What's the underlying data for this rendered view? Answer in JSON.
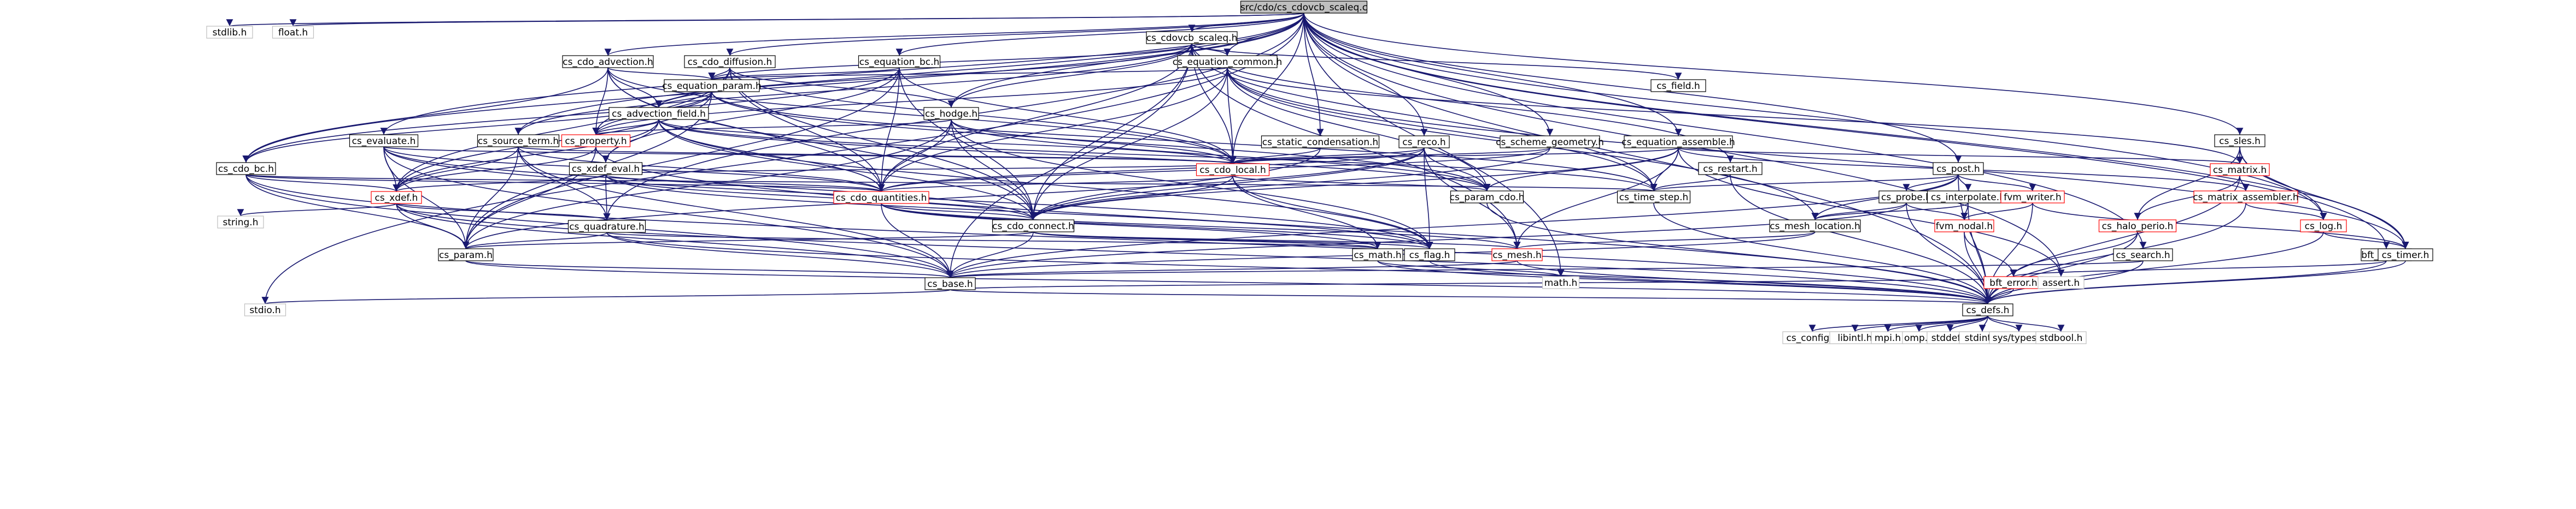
{
  "diagram_type": "include-dependency-graph",
  "colors": {
    "edge": "#191970",
    "text": "#000000",
    "text_linked": "#000000",
    "text_missing": "#000000",
    "root_fill": "#bfbfbf",
    "root_border": "#000000",
    "node_fill": "#ffffff",
    "node_border": "#000000",
    "truncated_border": "#ff0000",
    "external_border": "#bfbfbf"
  },
  "nodes": [
    {
      "id": "n0",
      "label": "src/cdo/cs_cdovcb_scaleq.c",
      "kind": "root"
    },
    {
      "id": "n1",
      "label": "stdlib.h",
      "kind": "external"
    },
    {
      "id": "n2",
      "label": "float.h",
      "kind": "external"
    },
    {
      "id": "n3",
      "label": "cs_cdo_advection.h",
      "kind": "normal"
    },
    {
      "id": "n4",
      "label": "cs_cdo_diffusion.h",
      "kind": "normal"
    },
    {
      "id": "n5",
      "label": "cs_equation_bc.h",
      "kind": "normal"
    },
    {
      "id": "n6",
      "label": "cs_cdovcb_scaleq.h",
      "kind": "normal"
    },
    {
      "id": "n7",
      "label": "cs_equation_common.h",
      "kind": "normal"
    },
    {
      "id": "n8",
      "label": "cs_field.h",
      "kind": "normal"
    },
    {
      "id": "n9",
      "label": "cs_equation_param.h",
      "kind": "normal"
    },
    {
      "id": "n10",
      "label": "cs_hodge.h",
      "kind": "normal"
    },
    {
      "id": "n11",
      "label": "cs_advection_field.h",
      "kind": "normal"
    },
    {
      "id": "n12",
      "label": "cs_evaluate.h",
      "kind": "normal"
    },
    {
      "id": "n13",
      "label": "cs_source_term.h",
      "kind": "normal"
    },
    {
      "id": "n14",
      "label": "cs_property.h",
      "kind": "truncated"
    },
    {
      "id": "n15",
      "label": "cs_static_condensation.h",
      "kind": "normal"
    },
    {
      "id": "n16",
      "label": "cs_reco.h",
      "kind": "normal"
    },
    {
      "id": "n17",
      "label": "cs_scheme_geometry.h",
      "kind": "normal"
    },
    {
      "id": "n18",
      "label": "cs_equation_assemble.h",
      "kind": "normal"
    },
    {
      "id": "n19",
      "label": "cs_cdo_bc.h",
      "kind": "normal"
    },
    {
      "id": "n20",
      "label": "cs_xdef_eval.h",
      "kind": "normal"
    },
    {
      "id": "n21",
      "label": "cs_cdo_local.h",
      "kind": "truncated"
    },
    {
      "id": "n22",
      "label": "cs_restart.h",
      "kind": "normal"
    },
    {
      "id": "n23",
      "label": "cs_post.h",
      "kind": "normal"
    },
    {
      "id": "n24",
      "label": "cs_sles.h",
      "kind": "normal"
    },
    {
      "id": "n25",
      "label": "cs_matrix.h",
      "kind": "truncated"
    },
    {
      "id": "n26",
      "label": "cs_xdef.h",
      "kind": "truncated"
    },
    {
      "id": "n27",
      "label": "cs_cdo_quantities.h",
      "kind": "truncated"
    },
    {
      "id": "n28",
      "label": "cs_param_cdo.h",
      "kind": "normal"
    },
    {
      "id": "n29",
      "label": "cs_time_step.h",
      "kind": "normal"
    },
    {
      "id": "n30",
      "label": "cs_probe.h",
      "kind": "normal"
    },
    {
      "id": "n31",
      "label": "cs_interpolate.h",
      "kind": "normal"
    },
    {
      "id": "n32",
      "label": "fvm_writer.h",
      "kind": "truncated"
    },
    {
      "id": "n33",
      "label": "cs_matrix_assembler.h",
      "kind": "truncated"
    },
    {
      "id": "n34",
      "label": "string.h",
      "kind": "external"
    },
    {
      "id": "n35",
      "label": "cs_quadrature.h",
      "kind": "normal"
    },
    {
      "id": "n36",
      "label": "cs_cdo_connect.h",
      "kind": "normal"
    },
    {
      "id": "n37",
      "label": "cs_mesh_location.h",
      "kind": "normal"
    },
    {
      "id": "n38",
      "label": "fvm_nodal.h",
      "kind": "truncated"
    },
    {
      "id": "n39",
      "label": "cs_halo_perio.h",
      "kind": "truncated"
    },
    {
      "id": "n40",
      "label": "cs_log.h",
      "kind": "truncated"
    },
    {
      "id": "n41",
      "label": "cs_param.h",
      "kind": "normal"
    },
    {
      "id": "n42",
      "label": "cs_math.h",
      "kind": "normal"
    },
    {
      "id": "n43",
      "label": "cs_flag.h",
      "kind": "normal"
    },
    {
      "id": "n44",
      "label": "cs_mesh.h",
      "kind": "truncated"
    },
    {
      "id": "n45",
      "label": "bft_mem.h",
      "kind": "normal"
    },
    {
      "id": "n46",
      "label": "cs_timer.h",
      "kind": "normal"
    },
    {
      "id": "n47",
      "label": "cs_search.h",
      "kind": "normal"
    },
    {
      "id": "n48",
      "label": "bft_error.h",
      "kind": "truncated"
    },
    {
      "id": "n49",
      "label": "cs_base.h",
      "kind": "normal"
    },
    {
      "id": "n50",
      "label": "math.h",
      "kind": "external"
    },
    {
      "id": "n51",
      "label": "assert.h",
      "kind": "external"
    },
    {
      "id": "n52",
      "label": "stdio.h",
      "kind": "external"
    },
    {
      "id": "n53",
      "label": "cs_defs.h",
      "kind": "normal"
    },
    {
      "id": "n54",
      "label": "cs_config.h",
      "kind": "external"
    },
    {
      "id": "n55",
      "label": "libintl.h",
      "kind": "external"
    },
    {
      "id": "n56",
      "label": "mpi.h",
      "kind": "external"
    },
    {
      "id": "n57",
      "label": "omp.h",
      "kind": "external"
    },
    {
      "id": "n58",
      "label": "stddef.h",
      "kind": "external"
    },
    {
      "id": "n59",
      "label": "stdint.h",
      "kind": "external"
    },
    {
      "id": "n60",
      "label": "sys/types.h",
      "kind": "external"
    },
    {
      "id": "n61",
      "label": "stdbool.h",
      "kind": "external"
    }
  ],
  "edges": [
    [
      "n0",
      "n1"
    ],
    [
      "n0",
      "n2"
    ],
    [
      "n0",
      "n3"
    ],
    [
      "n0",
      "n4"
    ],
    [
      "n0",
      "n5"
    ],
    [
      "n0",
      "n6"
    ],
    [
      "n0",
      "n7"
    ],
    [
      "n0",
      "n10"
    ],
    [
      "n0",
      "n12"
    ],
    [
      "n0",
      "n15"
    ],
    [
      "n0",
      "n16"
    ],
    [
      "n0",
      "n17"
    ],
    [
      "n0",
      "n18"
    ],
    [
      "n0",
      "n19"
    ],
    [
      "n0",
      "n21"
    ],
    [
      "n0",
      "n23"
    ],
    [
      "n0",
      "n24"
    ],
    [
      "n0",
      "n45"
    ],
    [
      "n0",
      "n46"
    ],
    [
      "n0",
      "n47"
    ],
    [
      "n0",
      "n50"
    ],
    [
      "n0",
      "n51"
    ],
    [
      "n0",
      "n52"
    ],
    [
      "n0",
      "n53"
    ],
    [
      "n0",
      "n40"
    ],
    [
      "n0",
      "n35"
    ],
    [
      "n0",
      "n13"
    ],
    [
      "n6",
      "n7"
    ],
    [
      "n6",
      "n9"
    ],
    [
      "n6",
      "n11"
    ],
    [
      "n6",
      "n8"
    ],
    [
      "n6",
      "n21"
    ],
    [
      "n6",
      "n36"
    ],
    [
      "n6",
      "n27"
    ],
    [
      "n6",
      "n29"
    ],
    [
      "n6",
      "n44"
    ],
    [
      "n6",
      "n49"
    ],
    [
      "n6",
      "n22"
    ],
    [
      "n6",
      "n13"
    ],
    [
      "n6",
      "n10"
    ],
    [
      "n3",
      "n9"
    ],
    [
      "n3",
      "n11"
    ],
    [
      "n3",
      "n14"
    ],
    [
      "n3",
      "n21"
    ],
    [
      "n3",
      "n27"
    ],
    [
      "n3",
      "n36"
    ],
    [
      "n3",
      "n19"
    ],
    [
      "n4",
      "n9"
    ],
    [
      "n4",
      "n10"
    ],
    [
      "n4",
      "n14"
    ],
    [
      "n4",
      "n21"
    ],
    [
      "n4",
      "n27"
    ],
    [
      "n4",
      "n36"
    ],
    [
      "n4",
      "n26"
    ],
    [
      "n5",
      "n9"
    ],
    [
      "n5",
      "n21"
    ],
    [
      "n5",
      "n27"
    ],
    [
      "n5",
      "n36"
    ],
    [
      "n5",
      "n20"
    ],
    [
      "n5",
      "n41"
    ],
    [
      "n5",
      "n19"
    ],
    [
      "n7",
      "n9"
    ],
    [
      "n7",
      "n21"
    ],
    [
      "n7",
      "n27"
    ],
    [
      "n7",
      "n36"
    ],
    [
      "n7",
      "n29"
    ],
    [
      "n7",
      "n25"
    ],
    [
      "n7",
      "n14"
    ],
    [
      "n7",
      "n37"
    ],
    [
      "n7",
      "n46"
    ],
    [
      "n7",
      "n28"
    ],
    [
      "n9",
      "n19"
    ],
    [
      "n9",
      "n26"
    ],
    [
      "n9",
      "n14"
    ],
    [
      "n9",
      "n11"
    ],
    [
      "n9",
      "n28"
    ],
    [
      "n9",
      "n29"
    ],
    [
      "n9",
      "n41"
    ],
    [
      "n10",
      "n14"
    ],
    [
      "n10",
      "n21"
    ],
    [
      "n10",
      "n27"
    ],
    [
      "n10",
      "n36"
    ],
    [
      "n10",
      "n41"
    ],
    [
      "n10",
      "n28"
    ],
    [
      "n10",
      "n43"
    ],
    [
      "n11",
      "n14"
    ],
    [
      "n11",
      "n21"
    ],
    [
      "n11",
      "n26"
    ],
    [
      "n11",
      "n20"
    ],
    [
      "n11",
      "n27"
    ],
    [
      "n11",
      "n36"
    ],
    [
      "n11",
      "n28"
    ],
    [
      "n11",
      "n29"
    ],
    [
      "n11",
      "n43"
    ],
    [
      "n12",
      "n26"
    ],
    [
      "n12",
      "n27"
    ],
    [
      "n12",
      "n36"
    ],
    [
      "n12",
      "n21"
    ],
    [
      "n12",
      "n49"
    ],
    [
      "n12",
      "n41"
    ],
    [
      "n12",
      "n43"
    ],
    [
      "n13",
      "n26"
    ],
    [
      "n13",
      "n35"
    ],
    [
      "n13",
      "n27"
    ],
    [
      "n13",
      "n21"
    ],
    [
      "n13",
      "n41"
    ],
    [
      "n13",
      "n49"
    ],
    [
      "n14",
      "n26"
    ],
    [
      "n14",
      "n20"
    ],
    [
      "n14",
      "n41"
    ],
    [
      "n14",
      "n53"
    ],
    [
      "n15",
      "n21"
    ],
    [
      "n15",
      "n36"
    ],
    [
      "n16",
      "n21"
    ],
    [
      "n16",
      "n27"
    ],
    [
      "n16",
      "n36"
    ],
    [
      "n16",
      "n28"
    ],
    [
      "n16",
      "n43"
    ],
    [
      "n16",
      "n44"
    ],
    [
      "n16",
      "n41"
    ],
    [
      "n17",
      "n21"
    ],
    [
      "n17",
      "n27"
    ],
    [
      "n17",
      "n36"
    ],
    [
      "n18",
      "n21"
    ],
    [
      "n18",
      "n25"
    ],
    [
      "n18",
      "n33"
    ],
    [
      "n18",
      "n29"
    ],
    [
      "n18",
      "n36"
    ],
    [
      "n18",
      "n44"
    ],
    [
      "n18",
      "n28"
    ],
    [
      "n18",
      "n51"
    ],
    [
      "n19",
      "n26"
    ],
    [
      "n19",
      "n27"
    ],
    [
      "n19",
      "n41"
    ],
    [
      "n19",
      "n49"
    ],
    [
      "n19",
      "n53"
    ],
    [
      "n19",
      "n29"
    ],
    [
      "n20",
      "n26"
    ],
    [
      "n20",
      "n35"
    ],
    [
      "n20",
      "n27"
    ],
    [
      "n20",
      "n36"
    ],
    [
      "n20",
      "n21"
    ],
    [
      "n20",
      "n43"
    ],
    [
      "n21",
      "n27"
    ],
    [
      "n21",
      "n36"
    ],
    [
      "n21",
      "n28"
    ],
    [
      "n21",
      "n43"
    ],
    [
      "n21",
      "n42"
    ],
    [
      "n22",
      "n29"
    ],
    [
      "n22",
      "n53"
    ],
    [
      "n23",
      "n30"
    ],
    [
      "n23",
      "n31"
    ],
    [
      "n23",
      "n32"
    ],
    [
      "n23",
      "n29"
    ],
    [
      "n23",
      "n37"
    ],
    [
      "n23",
      "n49"
    ],
    [
      "n23",
      "n53"
    ],
    [
      "n24",
      "n25"
    ],
    [
      "n24",
      "n39"
    ],
    [
      "n24",
      "n40"
    ],
    [
      "n24",
      "n46"
    ],
    [
      "n25",
      "n33"
    ],
    [
      "n25",
      "n39"
    ],
    [
      "n25",
      "n53"
    ],
    [
      "n26",
      "n41"
    ],
    [
      "n26",
      "n35"
    ],
    [
      "n26",
      "n34"
    ],
    [
      "n26",
      "n49"
    ],
    [
      "n26",
      "n53"
    ],
    [
      "n27",
      "n36"
    ],
    [
      "n27",
      "n42"
    ],
    [
      "n27",
      "n49"
    ],
    [
      "n27",
      "n44"
    ],
    [
      "n27",
      "n43"
    ],
    [
      "n28",
      "n53"
    ],
    [
      "n29",
      "n53"
    ],
    [
      "n30",
      "n37"
    ],
    [
      "n30",
      "n49"
    ],
    [
      "n30",
      "n53"
    ],
    [
      "n30",
      "n38"
    ],
    [
      "n31",
      "n37"
    ],
    [
      "n31",
      "n38"
    ],
    [
      "n31",
      "n53"
    ],
    [
      "n32",
      "n38"
    ],
    [
      "n32",
      "n46"
    ],
    [
      "n32",
      "n53"
    ],
    [
      "n33",
      "n40"
    ],
    [
      "n33",
      "n53"
    ],
    [
      "n35",
      "n41"
    ],
    [
      "n35",
      "n42"
    ],
    [
      "n35",
      "n49"
    ],
    [
      "n35",
      "n53"
    ],
    [
      "n36",
      "n43"
    ],
    [
      "n36",
      "n44"
    ],
    [
      "n36",
      "n42"
    ],
    [
      "n36",
      "n49"
    ],
    [
      "n36",
      "n41"
    ],
    [
      "n37",
      "n44"
    ],
    [
      "n37",
      "n49"
    ],
    [
      "n38",
      "n53"
    ],
    [
      "n38",
      "n48"
    ],
    [
      "n39",
      "n53"
    ],
    [
      "n39",
      "n48"
    ],
    [
      "n40",
      "n53"
    ],
    [
      "n40",
      "n46"
    ],
    [
      "n41",
      "n49"
    ],
    [
      "n41",
      "n53"
    ],
    [
      "n42",
      "n53"
    ],
    [
      "n42",
      "n50"
    ],
    [
      "n43",
      "n53"
    ],
    [
      "n44",
      "n53"
    ],
    [
      "n44",
      "n49"
    ],
    [
      "n45",
      "n53"
    ],
    [
      "n45",
      "n48"
    ],
    [
      "n46",
      "n53"
    ],
    [
      "n47",
      "n53"
    ],
    [
      "n47",
      "n49"
    ],
    [
      "n48",
      "n53"
    ],
    [
      "n49",
      "n53"
    ],
    [
      "n49",
      "n52"
    ],
    [
      "n49",
      "n51"
    ],
    [
      "n53",
      "n54"
    ],
    [
      "n53",
      "n55"
    ],
    [
      "n53",
      "n56"
    ],
    [
      "n53",
      "n57"
    ],
    [
      "n53",
      "n58"
    ],
    [
      "n53",
      "n59"
    ],
    [
      "n53",
      "n60"
    ],
    [
      "n53",
      "n61"
    ]
  ]
}
